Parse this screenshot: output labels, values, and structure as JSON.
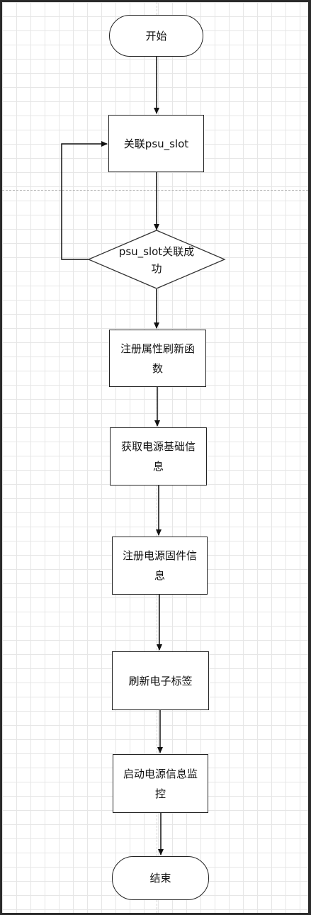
{
  "flowchart": {
    "start": "开始",
    "associate": "关联psu_slot",
    "decision": "psu_slot关联成功",
    "register_refresh": "注册属性刷新函数",
    "get_basic_info": "获取电源基础信息",
    "register_firmware": "注册电源固件信息",
    "refresh_label": "刷新电子标签",
    "start_monitor": "启动电源信息监控",
    "end": "结束"
  }
}
